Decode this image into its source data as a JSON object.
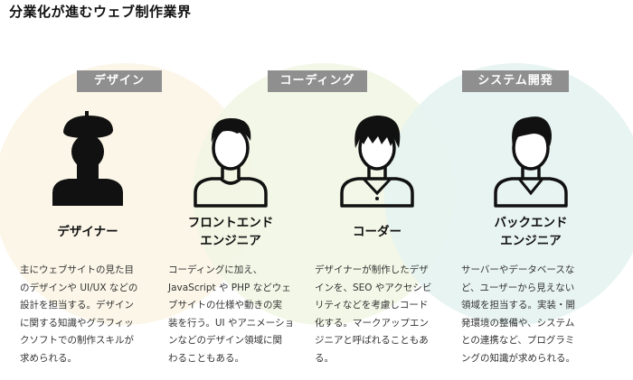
{
  "title": "分業化が進むウェブ制作業界",
  "categories": {
    "design": "デザイン",
    "coding": "コーディング",
    "system": "システム開発"
  },
  "colors": {
    "circle_design": "#fbf6e8",
    "circle_coding": "#f1f6e3",
    "circle_system": "#e6f3f1",
    "tag_bg": "#8f8f8f",
    "icon": "#111111"
  },
  "roles": [
    {
      "id": "designer",
      "icon": "designer-beret-person-icon",
      "name_lines": [
        "デザイナー"
      ],
      "description_lines": [
        "主にウェブサイトの見た目",
        "のデザインや UI/UX などの",
        "設計を担当する。デザイン",
        "に関する知識やグラフィッ",
        "クソフトでの制作スキルが",
        "求められる。"
      ]
    },
    {
      "id": "frontend",
      "icon": "frontend-engineer-person-icon",
      "name_lines": [
        "フロントエンド",
        "エンジニア"
      ],
      "description_lines": [
        "コーディングに加え、",
        "JavaScript や PHP などウェ",
        "ブサイトの仕様や動きの実",
        "装を行う。UI やアニメーショ",
        "ンなどのデザイン領域に関",
        "わることもある。"
      ]
    },
    {
      "id": "coder",
      "icon": "coder-collared-person-icon",
      "name_lines": [
        "コーダー"
      ],
      "description_lines": [
        "デザイナーが制作したデザ",
        "インを、SEO やアクセシビ",
        "リティなどを考慮しコード",
        "化する。マークアップエン",
        "ジニアと呼ばれることもあ",
        "る。"
      ]
    },
    {
      "id": "backend",
      "icon": "backend-engineer-vneck-person-icon",
      "name_lines": [
        "バックエンド",
        "エンジニア"
      ],
      "description_lines": [
        "サーバーやデータベースな",
        "ど、ユーザーから見えない",
        "領域を担当する。実装・開",
        "発環境の整備や、システム",
        "との連携など、プログラミ",
        "ングの知識が求められる。"
      ]
    }
  ]
}
